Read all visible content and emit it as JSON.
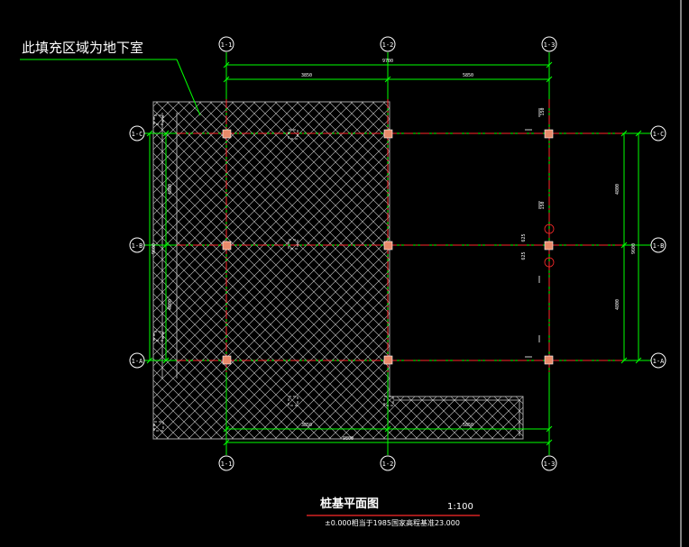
{
  "annotation": {
    "text": "此填充区域为地下室"
  },
  "title": {
    "text": "桩基平面图",
    "scale": "1:100",
    "subtitle": "±0.000相当于1985国家高程基准23.000"
  },
  "axes": {
    "col1": "1-1",
    "col2": "1-2",
    "col3": "1-3",
    "rowC": "1-C",
    "rowB": "1-B",
    "rowA": "1-A"
  },
  "dimensions": {
    "top_total": "9700",
    "top_left": "3850",
    "top_right": "5850",
    "bottom_left": "3850",
    "bottom_right": "5850",
    "bottom_total": "9800",
    "left_upper": "4800",
    "left_total": "9600",
    "left_lower": "4800",
    "right_upper": "4800",
    "right_total": "9600",
    "right_lower": "4800",
    "pile_offset_1": "150",
    "pile_offset_2": "150",
    "pile_offset_3": "625",
    "pile_offset_4": "625"
  },
  "colors": {
    "background": "#000000",
    "grid_green": "#00ff00",
    "axis_red": "#ff2a2a",
    "hatch": "#d9d9d9",
    "pile_fill": "#e88a6a",
    "text": "#ffffff"
  }
}
